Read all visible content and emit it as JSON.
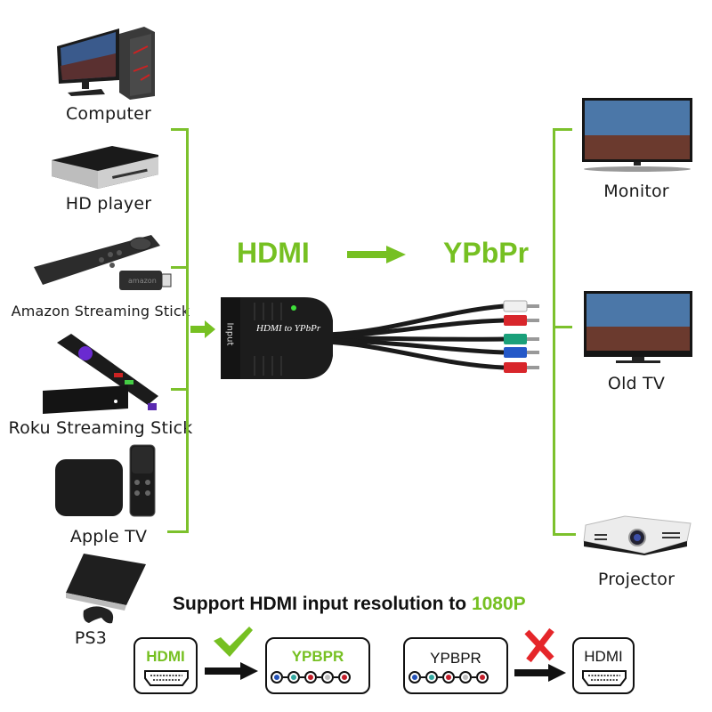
{
  "title": {
    "input": "HDMI",
    "output": "YPbPr"
  },
  "sources": [
    {
      "label": "Computer",
      "icon": "computer-icon"
    },
    {
      "label": "HD player",
      "icon": "hd-player-icon"
    },
    {
      "label": "Amazon Streaming Stick",
      "icon": "amazon-stick-icon"
    },
    {
      "label": "Roku Streaming Stick",
      "icon": "roku-stick-icon"
    },
    {
      "label": "Apple TV",
      "icon": "apple-tv-icon"
    },
    {
      "label": "PS3",
      "icon": "ps3-icon"
    }
  ],
  "displays": [
    {
      "label": "Monitor",
      "icon": "monitor-icon"
    },
    {
      "label": "Old TV",
      "icon": "tv-icon"
    },
    {
      "label": "Projector",
      "icon": "projector-icon"
    }
  ],
  "device": {
    "name": "HDMI to YPbPr",
    "port_label": "Input",
    "led_color": "#3ee03a",
    "cable_colors": [
      "#f2f2f2",
      "#d8262b",
      "#1aa07a",
      "#2458c8",
      "#d8262b"
    ]
  },
  "footer": {
    "headline_prefix": "Support HDMI input resolution to ",
    "headline_highlight": "1080P",
    "supported": {
      "from": "HDMI",
      "to": "YPBPR",
      "mark": "check"
    },
    "unsupported": {
      "from": "YPBPR",
      "to": "HDMI",
      "mark": "cross"
    },
    "port_colors": [
      "#2452b8",
      "#33a8a0",
      "#c41e2a",
      "#bdbdbd",
      "#c41e2a"
    ]
  },
  "colors": {
    "accent_green": "#76c022",
    "bracket_green": "#7cc12c",
    "cross_red": "#e5262a"
  }
}
